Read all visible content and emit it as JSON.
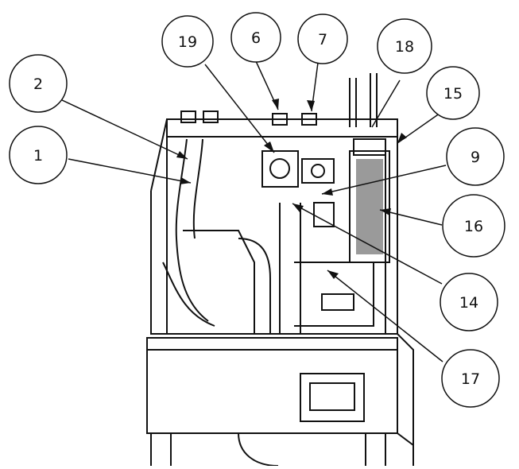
{
  "callouts": [
    {
      "id": "c19",
      "label": "19"
    },
    {
      "id": "c6",
      "label": "6"
    },
    {
      "id": "c7",
      "label": "7"
    },
    {
      "id": "c18",
      "label": "18"
    },
    {
      "id": "c2",
      "label": "2"
    },
    {
      "id": "c15",
      "label": "15"
    },
    {
      "id": "c1",
      "label": "1"
    },
    {
      "id": "c9",
      "label": "9"
    },
    {
      "id": "c16",
      "label": "16"
    },
    {
      "id": "c14",
      "label": "14"
    },
    {
      "id": "c17",
      "label": "17"
    }
  ],
  "colors": {
    "line": "#111111",
    "fill": "#ffffff",
    "shade": "#9a9a9a"
  }
}
